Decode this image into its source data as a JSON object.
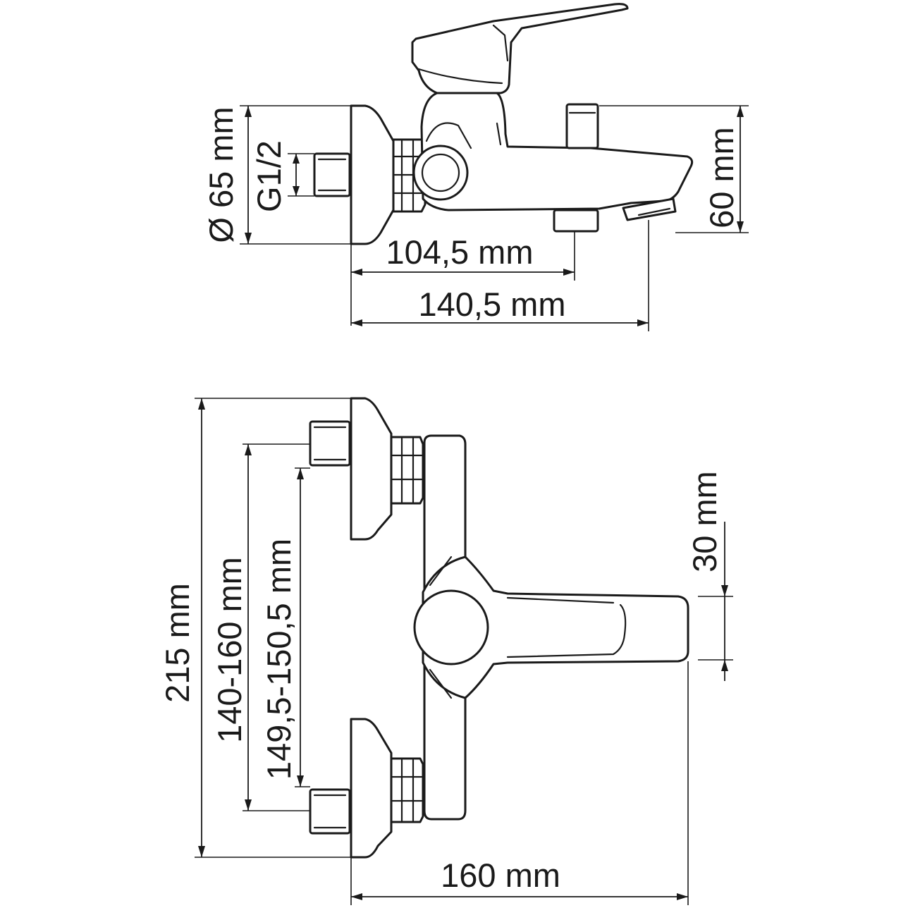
{
  "side_view": {
    "dimensions": {
      "flange_diameter": "Ø 65 mm",
      "thread": "G1/2",
      "height": "60 mm",
      "depth_to_diverter": "104,5 mm",
      "depth_to_spout": "140,5 mm"
    }
  },
  "front_view": {
    "dimensions": {
      "total_height": "215 mm",
      "connection_range": "140-160 mm",
      "connection_range_alt": "149,5-150,5 mm",
      "lever_width": "30 mm",
      "lever_length": "160 mm"
    }
  },
  "colors": {
    "line": "#1a1a1a",
    "background": "#ffffff"
  }
}
